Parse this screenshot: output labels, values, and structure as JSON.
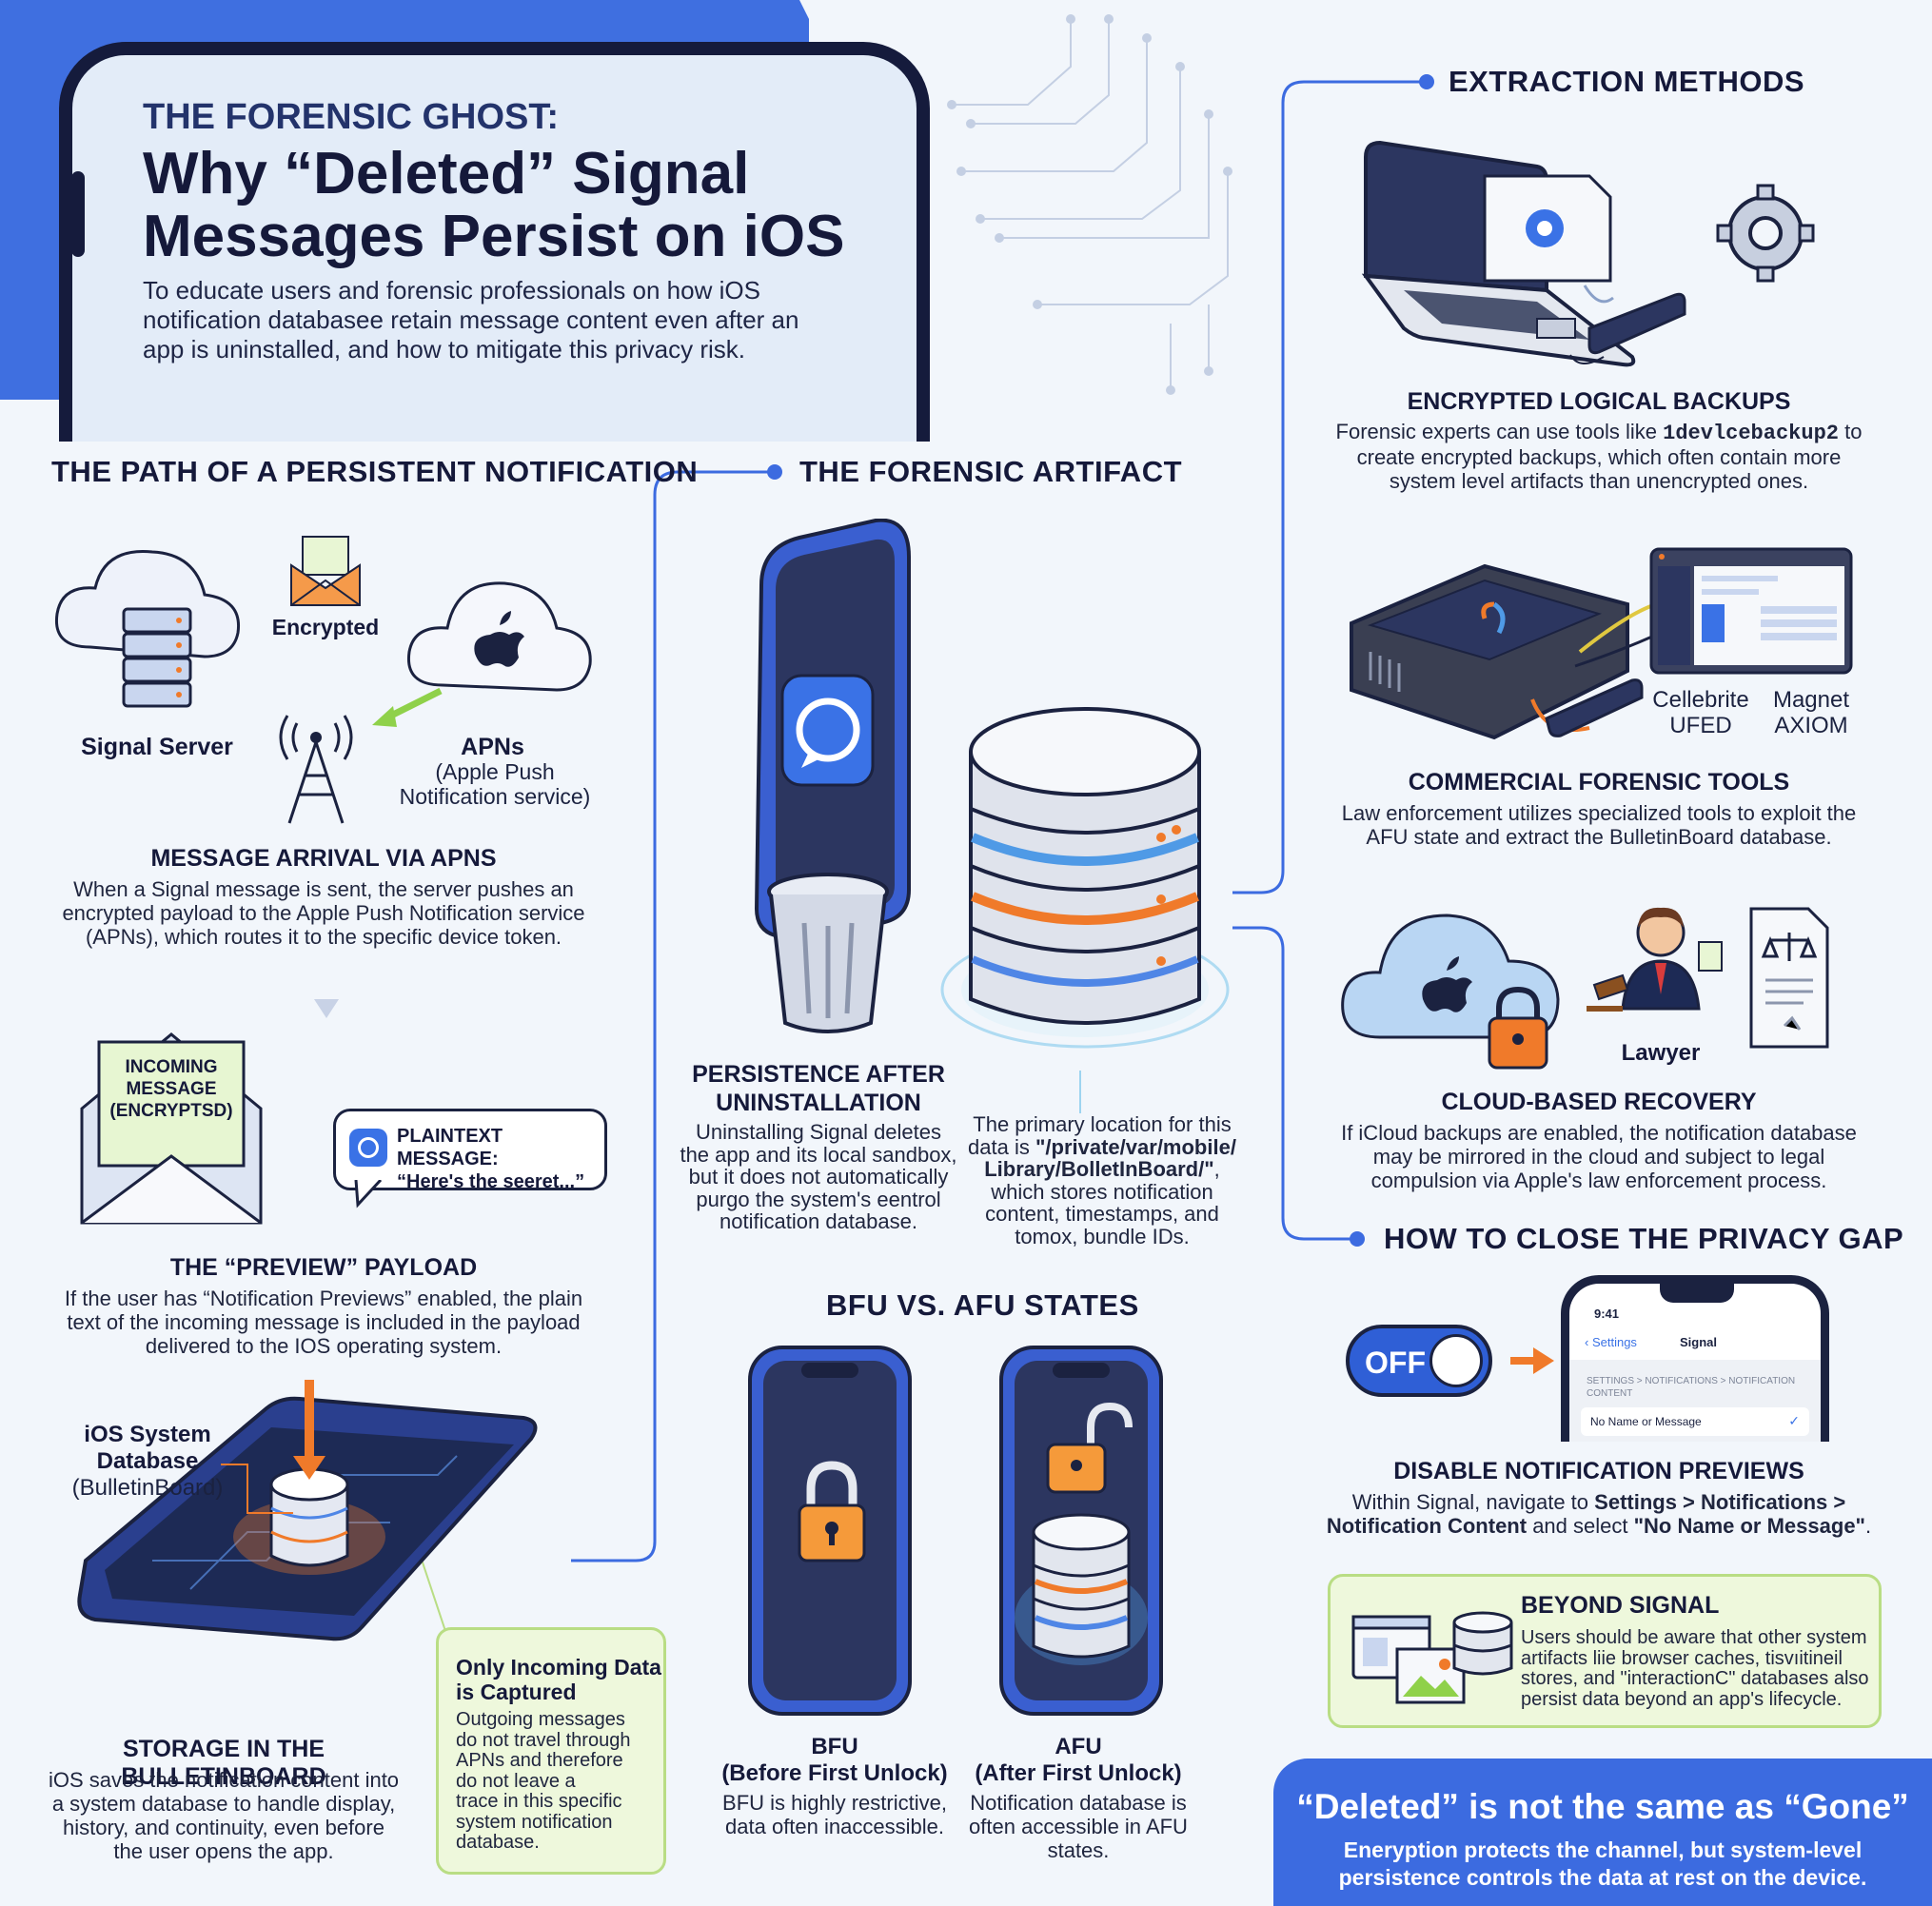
{
  "header": {
    "kicker": "THE FORENSIC GHOST:",
    "title_line1": "Why “Deleted” Signal",
    "title_line2": "Messages Persist on iOS",
    "desc_line1": "To educate users and forensic professionals on how iOS",
    "desc_line2": "notification databasee retain message content even after an",
    "desc_line3": "app is uninstalled, and how to mitigate this privacy risk."
  },
  "path": {
    "heading": "THE PATH OF A PERSISTENT NOTIFICATION",
    "signal_server": "Signal Server",
    "encrypted": "Encrypted",
    "apns_name": "APNs",
    "apns_full_line1": "(Apple Push",
    "apns_full_line2": "Notification service)",
    "arrival_title": "MESSAGE ARRIVAL VIA APNS",
    "arrival_line1": "When a Signal message is sent, the server pushes an",
    "arrival_line2": "encrypted payload to the Apple Push Notification service",
    "arrival_line3": "(APNs), which routes it to the specific device token.",
    "incoming_line1": "INCOMING",
    "incoming_line2": "MESSAGE",
    "incoming_line3": "(ENCRYPTSD)",
    "plaintext_line1": "PLAINTEXT MESSAGE:",
    "plaintext_line2": "“Here's the seeret...”",
    "preview_title": "THE “PREVIEW” PAYLOAD",
    "preview_line1": "If the user has “Notification Previews” enabled, the plain",
    "preview_line2": "text of the incoming message is included in the payload",
    "preview_line3": "delivered to the IOS operating system.",
    "db_label_line1": "iOS System",
    "db_label_line2": "Database",
    "db_label_line3": "(BulletinBoard)",
    "storage_title": "STORAGE IN THE BULLETINBOARD",
    "storage_line1": "iOS saves the notification content into",
    "storage_line2": "a system database to handle display,",
    "storage_line3": "history, and continuity, even before",
    "storage_line4": "the user opens the app.",
    "incoming_only_title1": "Only Incoming Data",
    "incoming_only_title2": "is Captured",
    "incoming_only_l1": "Outgoing messages",
    "incoming_only_l2": "do not travel through",
    "incoming_only_l3": "APNs and therefore",
    "incoming_only_l4": "do not leave a",
    "incoming_only_l5": "trace in this specific",
    "incoming_only_l6": "system notification",
    "incoming_only_l7": "database."
  },
  "artifact": {
    "heading": "THE FORENSIC ARTIFACT",
    "persist_title1": "PERSISTENCE AFTER",
    "persist_title2": "UNINSTALLATION",
    "persist_l1": "Uninstalling Signal deletes",
    "persist_l2": "the app and its local sandbox,",
    "persist_l3": "but it does not automatically",
    "persist_l4": "purgo the system's eentrol",
    "persist_l5": "notification database.",
    "primary_l1": "The primary location for this",
    "primary_l2a": "data is ",
    "primary_path1": "\"/private/var/mobile/",
    "primary_path2": "Library/BolletInBoard/\"",
    "primary_l3b": ",",
    "primary_l4": "which stores notification",
    "primary_l5": "content, timestamps, and",
    "primary_l6": "tomox, bundle IDs."
  },
  "states": {
    "heading": "BFU VS. AFU STATES",
    "bfu_title1": "BFU",
    "bfu_title2": "(Before First Unlock)",
    "bfu_l1": "BFU is highly restrictive,",
    "bfu_l2": "data often inaccessible.",
    "afu_title1": "AFU",
    "afu_title2": "(After First Unlock)",
    "afu_l1": "Notification database is",
    "afu_l2": "often accessible in AFU",
    "afu_l3": "states."
  },
  "extraction": {
    "heading": "EXTRACTION METHODS",
    "backup_title": "ENCRYPTED LOGICAL BACKUPS",
    "backup_l1a": "Forensic experts can use tools like ",
    "backup_tool": "1devlcebackup2",
    "backup_l1b": " to",
    "backup_l2": "create encrypted backups, which often contain more",
    "backup_l3": "system level artifacts than unencrypted ones.",
    "cellebrite1": "Cellebrite",
    "cellebrite2": "UFED",
    "magnet1": "Magnet",
    "magnet2": "AXIOM",
    "tools_title": "COMMERCIAL FORENSIC TOOLS",
    "tools_l1": "Law enforcement utilizes specialized tools to exploit the",
    "tools_l2": "AFU state and extract the BulletinBoard database.",
    "lawyer": "Lawyer",
    "cloud_title": "CLOUD-BASED RECOVERY",
    "cloud_l1": "If iCloud backups are enabled, the notification database",
    "cloud_l2": "may be mirrored in the cloud and subject to legal",
    "cloud_l3": "compulsion via Apple's law enforcement process."
  },
  "privacy": {
    "heading": "HOW TO CLOSE THE PRIVACY GAP",
    "toggle": "OFF",
    "phone_time": "9:41",
    "phone_back": "Settings",
    "phone_title": "Signal",
    "phone_path1": "SETTINGS > NOTIFICATIONS > NOTIFICATION",
    "phone_path2": "CONTENT",
    "phone_option": "No Name or Message",
    "disable_title": "DISABLE NOTIFICATION PREVIEWS",
    "disable_l1a": "Within Signal, navigate to ",
    "disable_l1b": "Settings > Notifications >",
    "disable_l2a": "Notification Content",
    "disable_l2b": " and select ",
    "disable_l2c": "\"No Name or Message\"",
    "disable_l2d": ".",
    "beyond_title": "BEYOND SIGNAL",
    "beyond_l1": "Users should be aware that other system",
    "beyond_l2": "artifacts liie browser caches, tisvıitineil",
    "beyond_l3": "stores, and \"interactionC\" databases also",
    "beyond_l4": "persist data beyond an app's lifecycle."
  },
  "banner": {
    "title": "“Deleted” is not the same as “Gone”",
    "line1": "Eneryption protects the channel, but system-level",
    "line2": "persistence controls the data at rest on the device."
  },
  "colors": {
    "accent_blue": "#3c6be0",
    "navy": "#151b3c",
    "orange": "#f07a2a",
    "green_box": "#eef8dc"
  }
}
